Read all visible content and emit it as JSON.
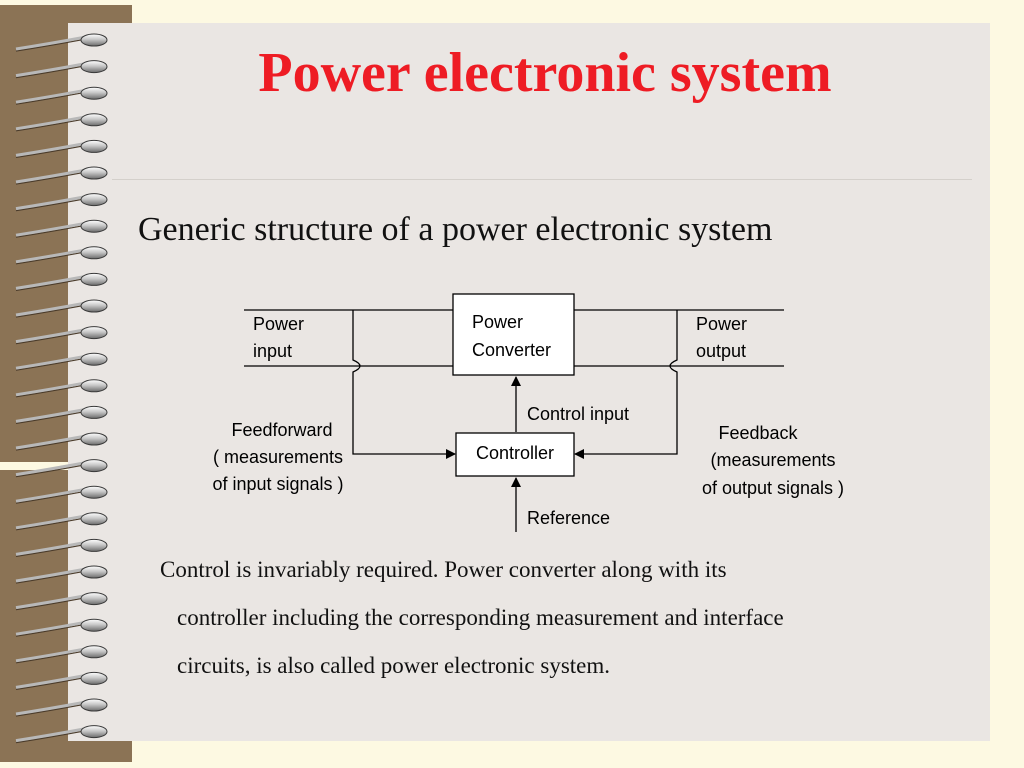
{
  "slide": {
    "title": "Power electronic system",
    "subtitle": "Generic structure of a power electronic system"
  },
  "diagram": {
    "power_input": [
      "Power",
      "input"
    ],
    "power_converter": [
      "Power",
      "Converter"
    ],
    "power_output": [
      "Power",
      "output"
    ],
    "control_input": "Control input",
    "controller": "Controller",
    "feedforward": [
      "Feedforward",
      "( measurements",
      "of input signals )"
    ],
    "feedback": [
      "Feedback",
      "(measurements",
      "of output signals )"
    ],
    "reference": "Reference"
  },
  "paragraph": [
    "Control is invariably required. Power converter along with its",
    "controller including the corresponding measurement and interface",
    "circuits, is also called power electronic system."
  ],
  "colors": {
    "title": "#ee1c24",
    "binder": "#8b7355",
    "page": "#eae6e3",
    "background": "#fdf9e2"
  }
}
